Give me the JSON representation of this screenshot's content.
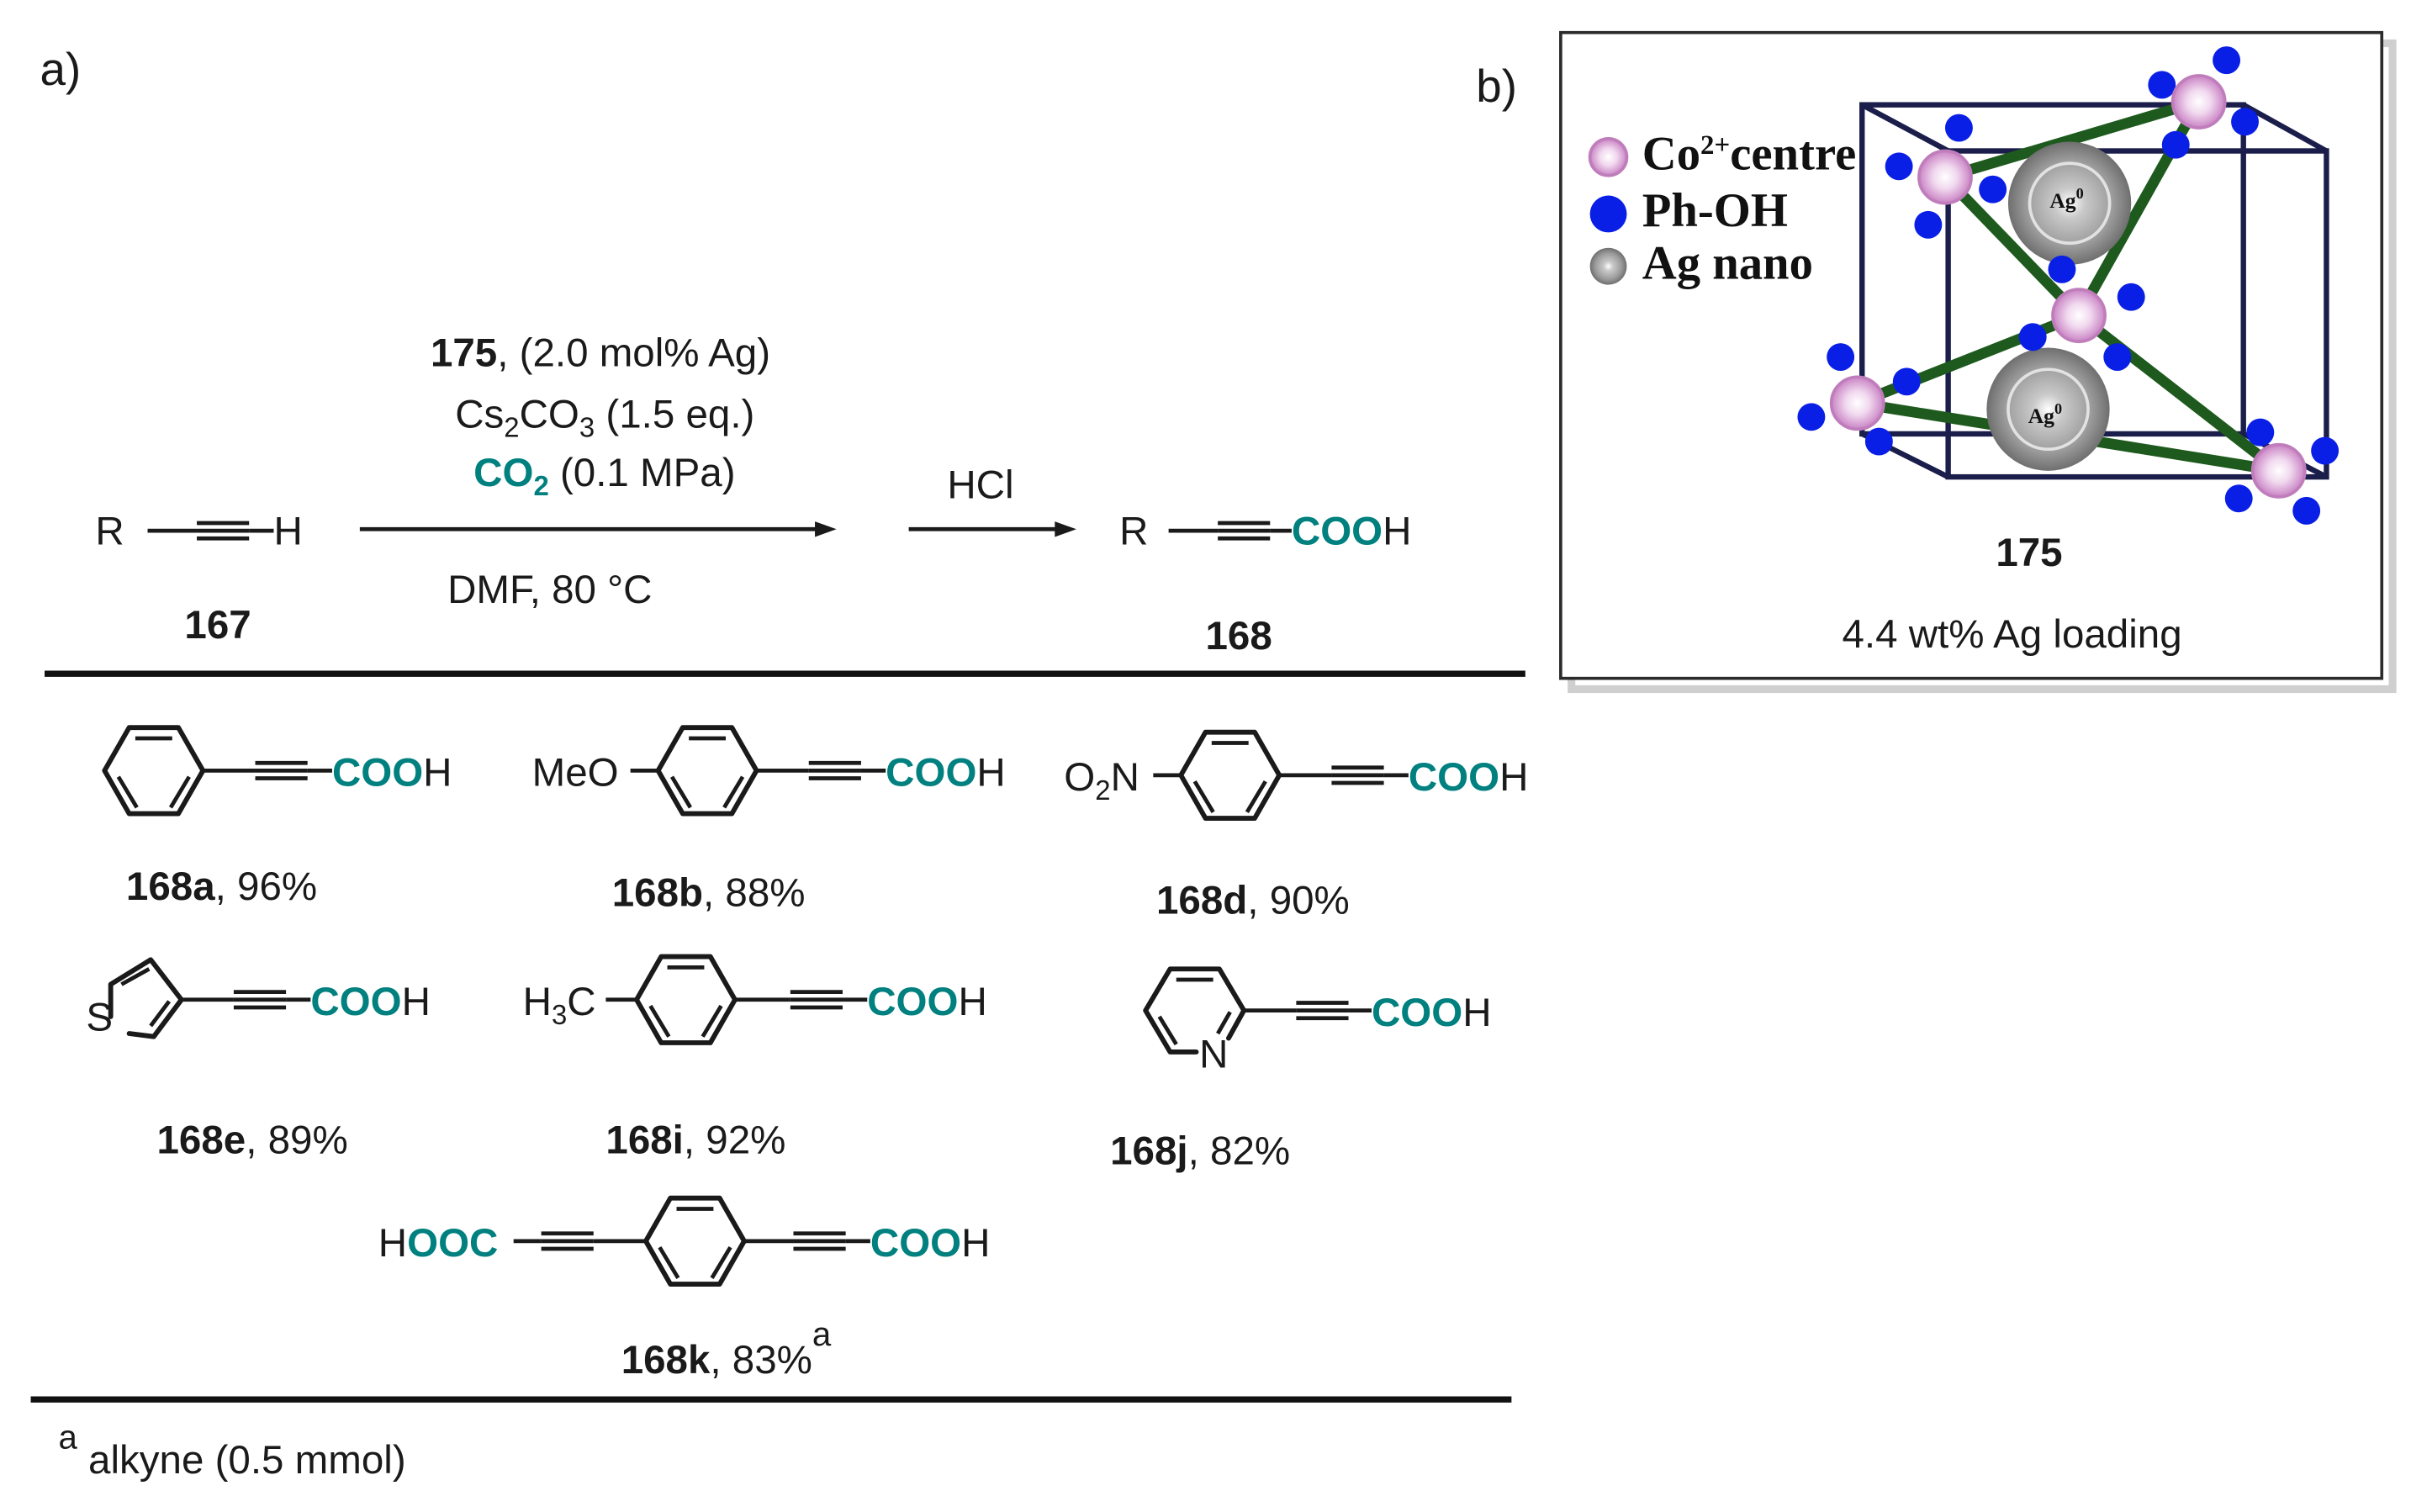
{
  "panel_labels": {
    "a": "a)",
    "b": "b)"
  },
  "reaction": {
    "reactant": {
      "r": "R",
      "h": "H",
      "number": "167"
    },
    "conditions": {
      "catalyst_number": "175",
      "catalyst_loading": ", (2.0 mol% Ag)",
      "base_main": "Cs",
      "base_sub1": "2",
      "base_mid": "CO",
      "base_sub2": "3",
      "base_amount": " (1.5 eq.)",
      "co2_main": "CO",
      "co2_sub": "2",
      "co2_pressure": " (0.1 MPa)",
      "solvent_temp": "DMF, 80 °C"
    },
    "step2_reagent": "HCl",
    "product": {
      "r": "R",
      "cooh_colored": "COO",
      "h": "H",
      "number": "168"
    }
  },
  "products": [
    {
      "id": "168a",
      "number": "168a",
      "yield": ", 96%"
    },
    {
      "id": "168b",
      "number": "168b",
      "yield": ", 88%",
      "substituent": "MeO"
    },
    {
      "id": "168d",
      "number": "168d",
      "yield": ", 90%",
      "substituent_o": "O",
      "substituent_sub": "2",
      "substituent_n": "N"
    },
    {
      "id": "168e",
      "number": "168e",
      "yield": ", 89%",
      "heteroatom": "S"
    },
    {
      "id": "168i",
      "number": "168i",
      "yield": ", 92%",
      "substituent_h": "H",
      "substituent_sub": "3",
      "substituent_c": "C"
    },
    {
      "id": "168j",
      "number": "168j",
      "yield": ", 82%",
      "heteroatom": "N"
    },
    {
      "id": "168k",
      "number": "168k",
      "yield": ", 83%",
      "footnote_mark": "a",
      "left_h": "H",
      "left_ooc": "OOC"
    }
  ],
  "footnote": {
    "mark": "a",
    "text": " alkyne (0.5 mmol)"
  },
  "panel_b": {
    "legend": [
      {
        "label_main": "Co",
        "label_sup": "2+",
        "label_rest": "centre",
        "color": "#d9a2d6"
      },
      {
        "label_main": "Ph-OH",
        "color": "#0a1fe6"
      },
      {
        "label_main": "Ag nano",
        "color": "#9a9a9a"
      }
    ],
    "ag_label": "Ag",
    "ag_sup": "0",
    "compound_number": "175",
    "caption": "4.4 wt% Ag loading"
  },
  "colors": {
    "accent_teal": "#00807f",
    "cobalt": "#d9a2d6",
    "phenol": "#0a1fe6",
    "cube_edge": "#1b1e4a",
    "bond_green": "#1e5a1e"
  }
}
